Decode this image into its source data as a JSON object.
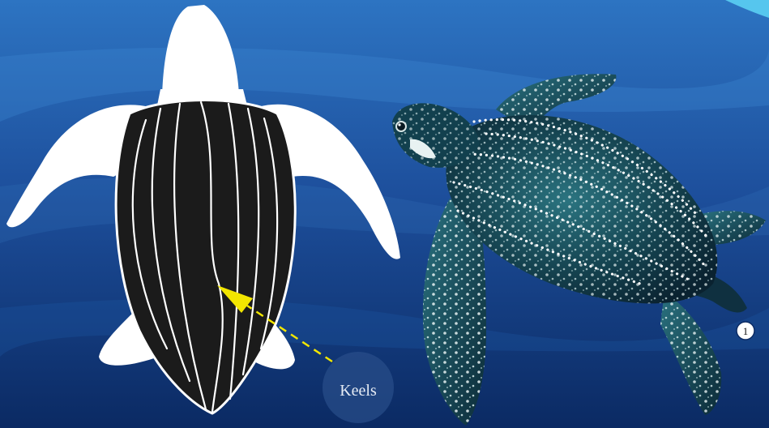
{
  "diagram": {
    "keels_label": "Keels",
    "marker_number": "1"
  },
  "colors": {
    "ocean_top": "#2f7ac9",
    "ocean_bottom": "#0b2a63",
    "carapace": "#1b1b1b",
    "keel_lines": "#ffffff",
    "arrow": "#f2e600",
    "turtle_skin_dark": "#0f3040",
    "turtle_skin_mid": "#236a78",
    "spots": "#e8f2f2"
  },
  "icons": {
    "label_bubble": "circle",
    "marker": "numbered-circle"
  }
}
